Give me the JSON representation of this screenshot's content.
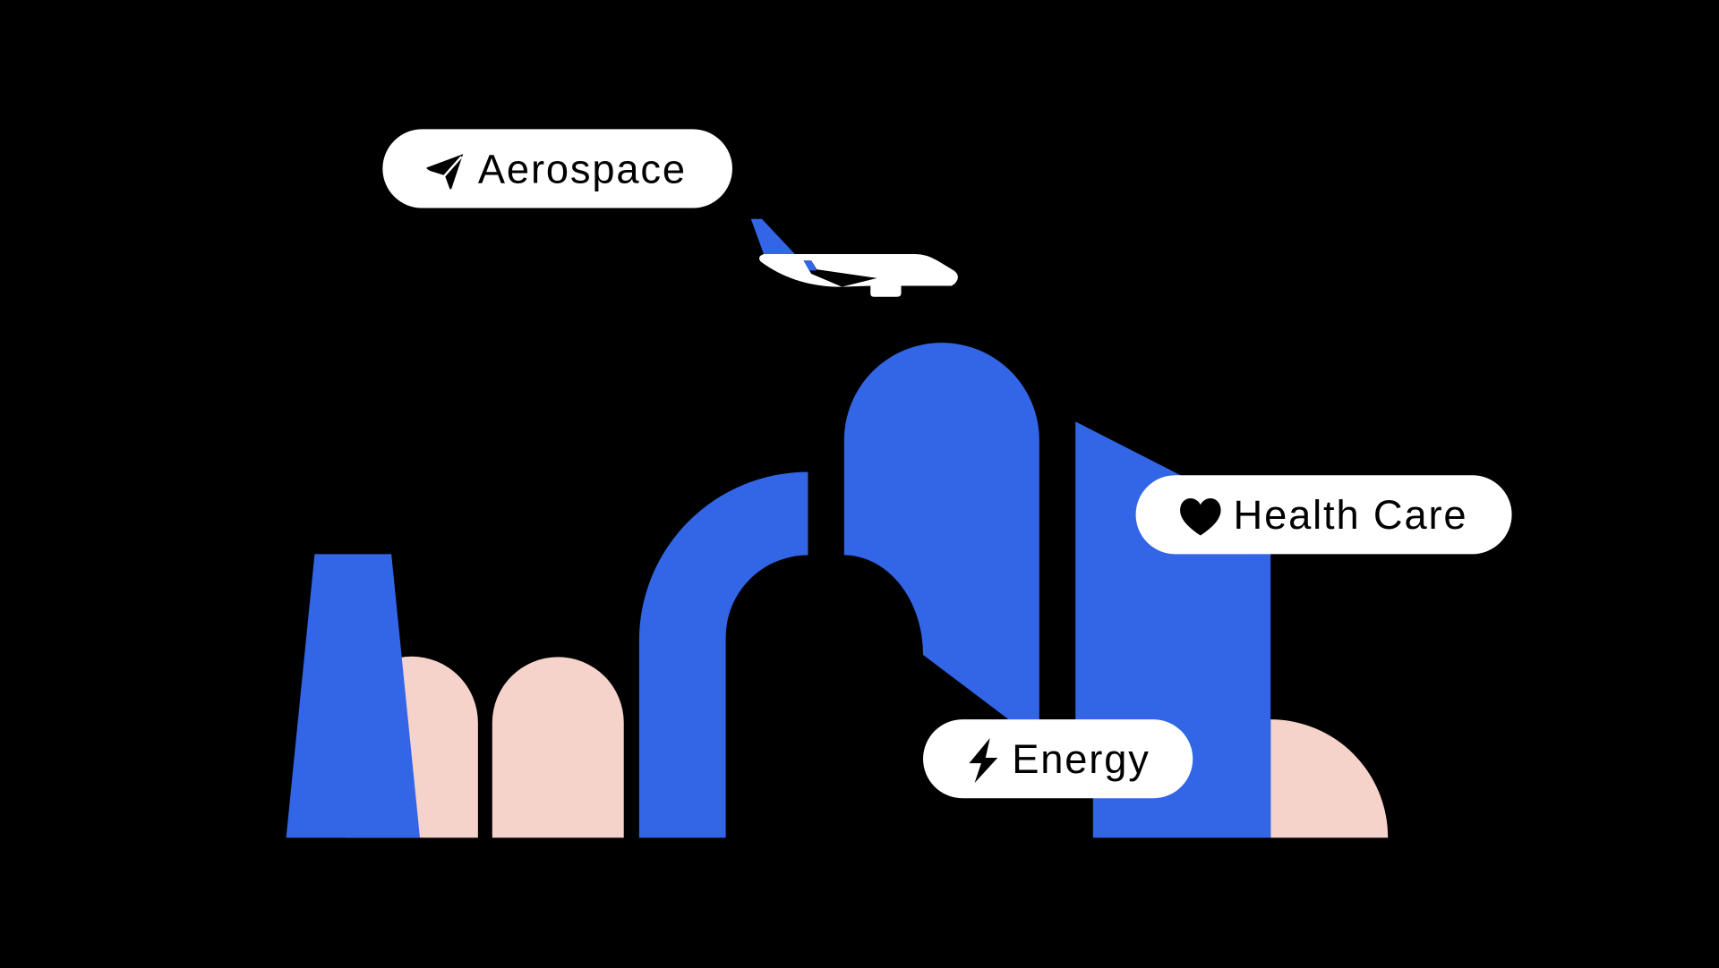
{
  "labels": {
    "aerospace": {
      "text": "Aerospace",
      "icon": "paper-plane-icon"
    },
    "health_care": {
      "text": "Health Care",
      "icon": "heart-icon"
    },
    "energy": {
      "text": "Energy",
      "icon": "lightning-bolt-icon"
    }
  },
  "colors": {
    "background": "#000000",
    "blue": "#3366E6",
    "pink": "#F5D2CA",
    "pill": "#FFFFFF"
  }
}
